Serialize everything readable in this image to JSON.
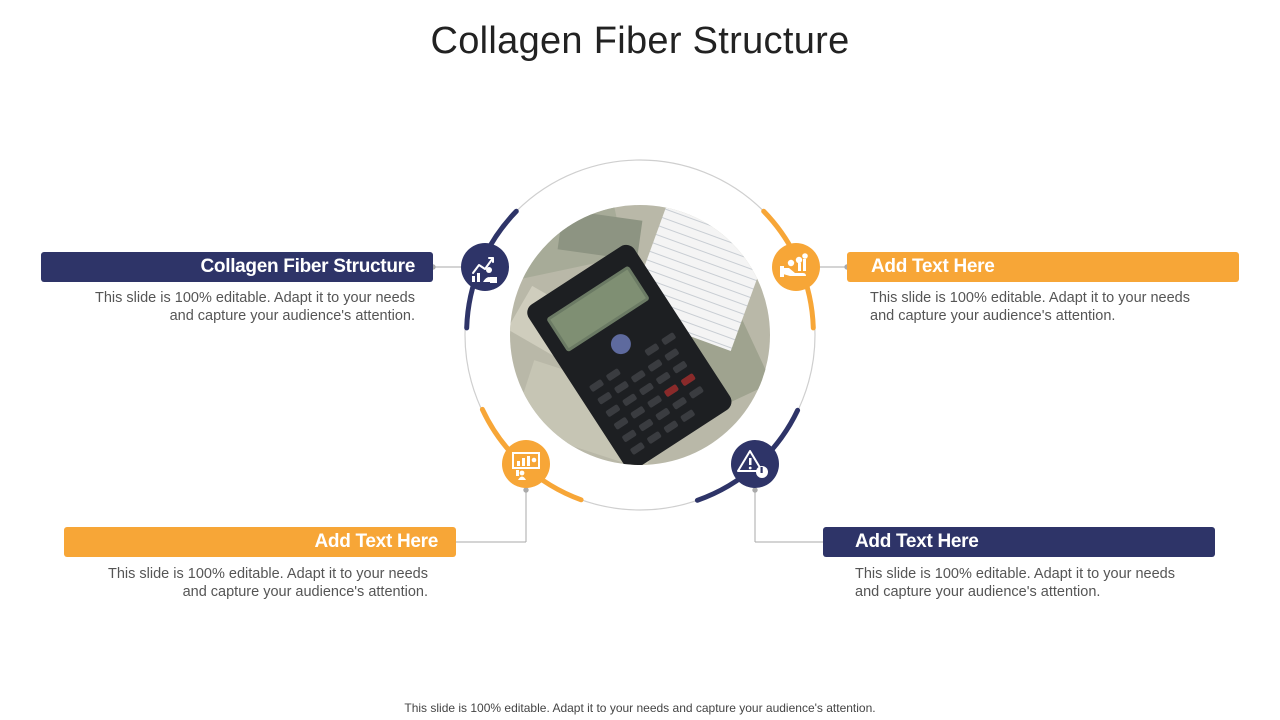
{
  "title": "Collagen Fiber Structure",
  "footer": "This slide is 100% editable. Adapt it to your needs and capture your audience's attention.",
  "colors": {
    "navy": "#2e3468",
    "orange": "#f7a637",
    "connector": "#aaaaaa"
  },
  "items": [
    {
      "heading": "Collagen Fiber Structure",
      "text_line1": "This slide is 100% editable. Adapt it to your needs",
      "text_line2": "and capture your audience's attention.",
      "icon": "chart-people-icon",
      "color": "navy"
    },
    {
      "heading": "Add Text Here",
      "text_line1": "This slide is 100% editable. Adapt it to your needs",
      "text_line2": "and capture your audience's attention.",
      "icon": "hand-coins-icon",
      "color": "orange"
    },
    {
      "heading": "Add Text Here",
      "text_line1": "This slide is 100% editable. Adapt it to your needs",
      "text_line2": "and capture your audience's attention.",
      "icon": "presentation-board-icon",
      "color": "orange"
    },
    {
      "heading": "Add Text Here",
      "text_line1": "This slide is 100% editable. Adapt it to your needs",
      "text_line2": "and capture your audience's attention.",
      "icon": "warning-hand-icon",
      "color": "navy"
    }
  ],
  "center_image": "calculator-money-photo"
}
